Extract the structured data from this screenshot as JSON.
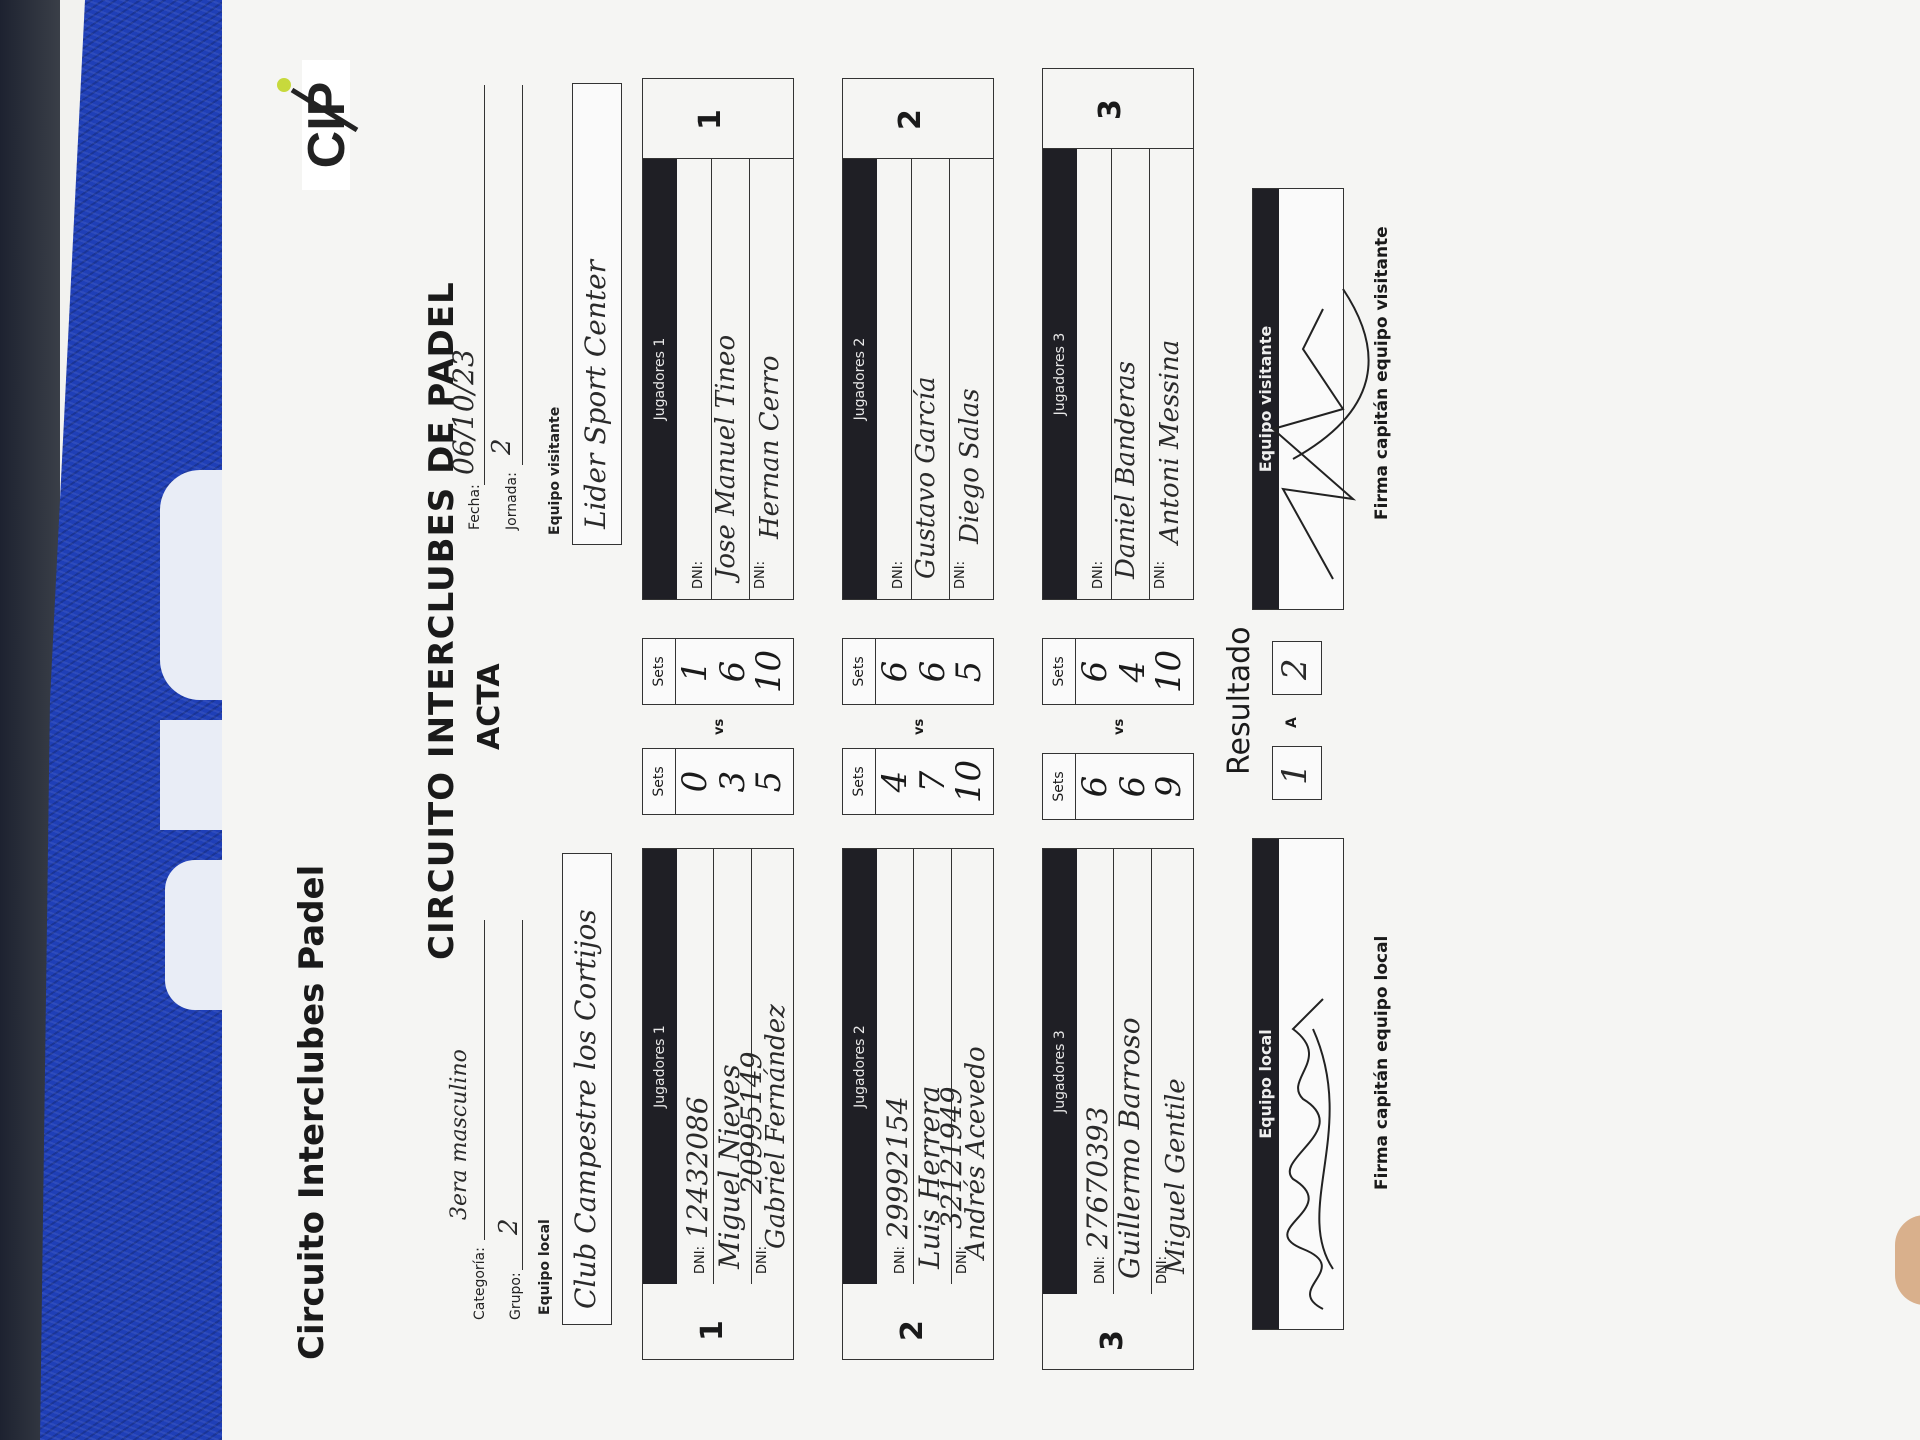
{
  "header": {
    "title": "Circuito Interclubes Padel",
    "main_title": "CIRCUITO INTERCLUBES DE PADEL",
    "subtitle": "ACTA",
    "logo_text": "CIP"
  },
  "fields": {
    "categoria_label": "Categoría:",
    "categoria_value": "3era masculino",
    "grupo_label": "Grupo:",
    "grupo_value": "2",
    "fecha_label": "Fecha:",
    "fecha_value": "06/10/23",
    "jornada_label": "Jornada:",
    "jornada_value": "2"
  },
  "local": {
    "label": "Equipo local",
    "name": "Club Campestre los Cortijos",
    "pairs": [
      {
        "number": "1",
        "header": "Jugadores 1",
        "dni_label": "DNI:",
        "dni1": "12432086",
        "player1": "Miguel Nieves",
        "dni2": "20995149",
        "player2": "Gabriel Fernández"
      },
      {
        "number": "2",
        "header": "Jugadores 2",
        "dni_label": "DNI:",
        "dni1": "29992154",
        "player1": "Luis Herrera",
        "dni2": "32121949",
        "player2": "Andrés Acevedo"
      },
      {
        "number": "3",
        "header": "Jugadores 3",
        "dni_label": "DNI:",
        "dni1": "27670393",
        "player1": "Guillermo Barroso",
        "dni2": "",
        "player2": "Miguel Gentile"
      }
    ]
  },
  "visitante": {
    "label": "Equipo visitante",
    "name": "Lider Sport Center",
    "pairs": [
      {
        "number": "1",
        "header": "Jugadores 1",
        "dni_label": "DNI:",
        "dni1": "",
        "player1": "Jose Manuel Tineo",
        "dni2": "",
        "player2": "Hernan Cerro"
      },
      {
        "number": "2",
        "header": "Jugadores 2",
        "dni_label": "DNI:",
        "dni1": "",
        "player1": "Gustavo García",
        "dni2": "",
        "player2": "Diego Salas"
      },
      {
        "number": "3",
        "header": "Jugadores 3",
        "dni_label": "DNI:",
        "dni1": "",
        "player1": "Daniel Banderas",
        "dni2": "",
        "player2": "Antoni Messina"
      }
    ]
  },
  "sets": {
    "label": "Sets",
    "vs": "vs",
    "matches": [
      {
        "local": [
          "0",
          "3",
          "5"
        ],
        "visitante": [
          "1",
          "6",
          "10"
        ]
      },
      {
        "local": [
          "4",
          "7",
          "10"
        ],
        "visitante": [
          "6",
          "6",
          "5"
        ]
      },
      {
        "local": [
          "6",
          "6",
          "9"
        ],
        "visitante": [
          "6",
          "4",
          "10"
        ]
      }
    ]
  },
  "resultado": {
    "label": "Resultado",
    "local": "1",
    "a": "A",
    "visitante": "2"
  },
  "signatures": {
    "local_header": "Equipo local",
    "local_caption": "Firma capitán equipo local",
    "visitante_header": "Equipo visitante",
    "visitante_caption": "Firma capitán equipo visitante"
  }
}
